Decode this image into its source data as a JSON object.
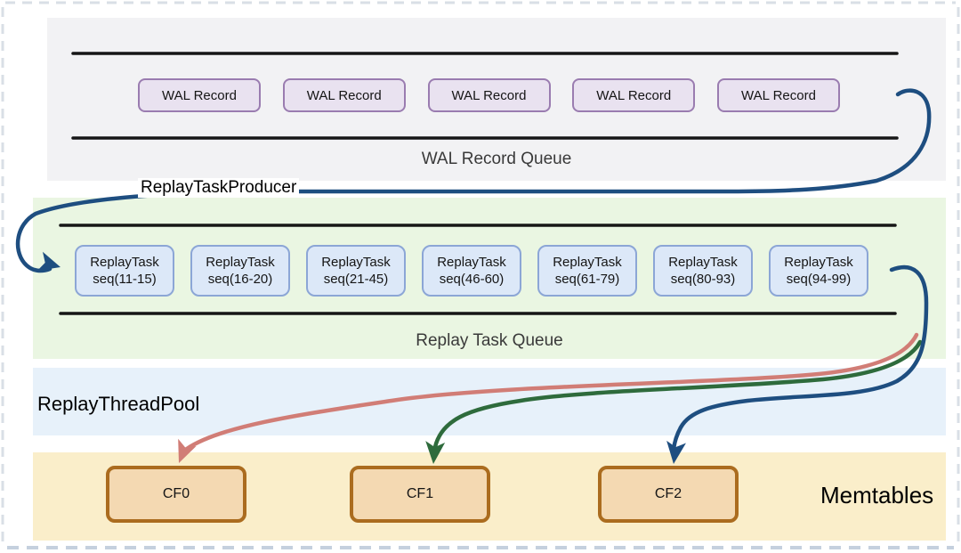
{
  "diagram": {
    "wal_queue": {
      "label": "WAL Record Queue",
      "records": [
        "WAL Record",
        "WAL Record",
        "WAL Record",
        "WAL Record",
        "WAL Record"
      ]
    },
    "producer_label": "ReplayTaskProducer",
    "task_queue": {
      "label": "Replay Task Queue",
      "tasks": [
        {
          "name": "ReplayTask",
          "seq": "seq(11-15)"
        },
        {
          "name": "ReplayTask",
          "seq": "seq(16-20)"
        },
        {
          "name": "ReplayTask",
          "seq": "seq(21-45)"
        },
        {
          "name": "ReplayTask",
          "seq": "seq(46-60)"
        },
        {
          "name": "ReplayTask",
          "seq": "seq(61-79)"
        },
        {
          "name": "ReplayTask",
          "seq": "seq(80-93)"
        },
        {
          "name": "ReplayTask",
          "seq": "seq(94-99)"
        }
      ]
    },
    "thread_pool_label": "ReplayThreadPool",
    "memtables": {
      "label": "Memtables",
      "column_families": [
        "CF0",
        "CF1",
        "CF2"
      ]
    },
    "colors": {
      "producer_arrow": "#1e4e80",
      "cf0_arrow": "#d17d76",
      "cf1_arrow": "#2e6b3c",
      "cf2_arrow": "#1e4e80",
      "wal_section_bg": "#f2f2f4",
      "task_section_bg": "#eaf6e2",
      "pool_section_bg": "#e7f1fa",
      "memtable_section_bg": "#faeeca",
      "wal_box_bg": "#e9e2f0",
      "wal_box_border": "#9a7cb0",
      "task_box_bg": "#dce8f8",
      "task_box_border": "#8ca6d6",
      "cf_box_bg": "#f4d9b2",
      "cf_box_border": "#ab6c1f"
    }
  }
}
